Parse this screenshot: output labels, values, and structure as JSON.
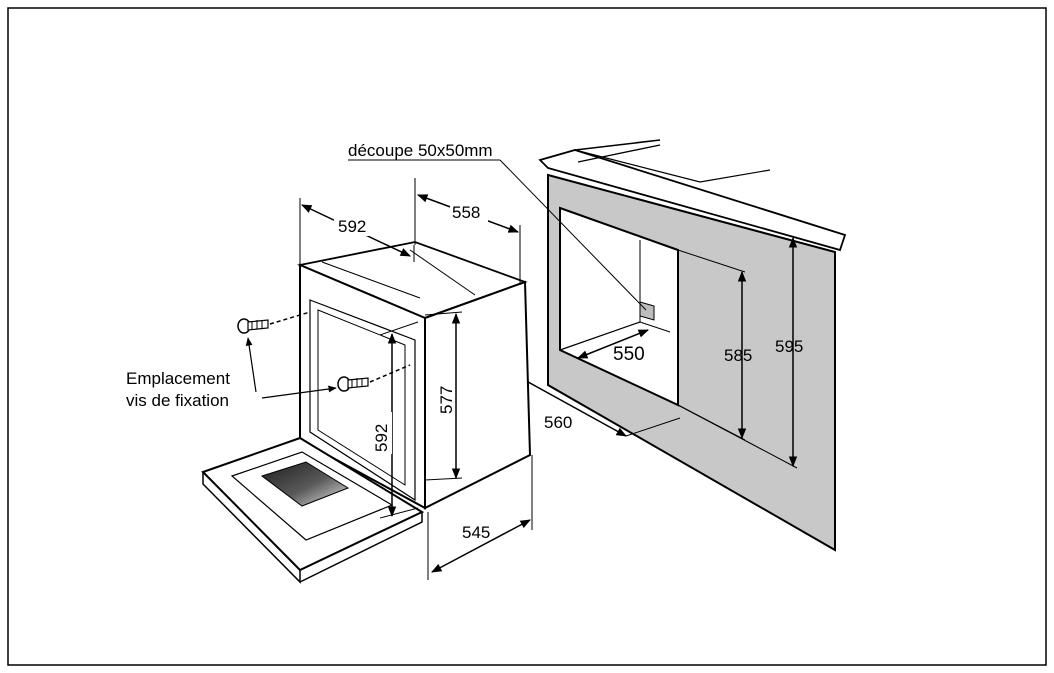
{
  "labels": {
    "cutout_note": "découpe 50x50mm",
    "fixing_line1": "Emplacement",
    "fixing_line2": "vis de fixation"
  },
  "dimensions": {
    "oven_width": "592",
    "oven_depth": "558",
    "oven_height": "592",
    "oven_body_height": "577",
    "oven_body_depth": "545",
    "niche_width": "550",
    "niche_depth": "560",
    "niche_height_min": "585",
    "niche_height_max": "595"
  },
  "colors": {
    "cabinet_fill": "#c8c8c8",
    "line": "#000000",
    "glass_dark": "#303030",
    "glass_light": "#e8e8e8"
  },
  "icons": [
    "fixing-screw-icon"
  ]
}
